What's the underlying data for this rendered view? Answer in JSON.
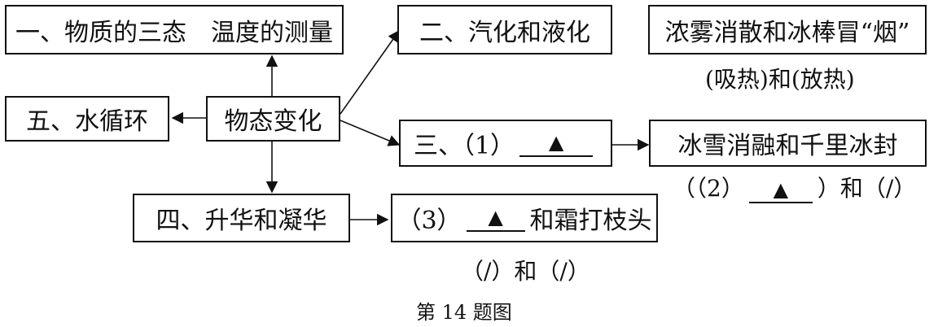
{
  "boxes": {
    "b1": "一、物质的三态　温度的测量",
    "b2": "二、汽化和液化",
    "b_fog": "浓雾消散和冰棒冒“烟”",
    "b5": "五、水循环",
    "center": "物态变化",
    "b3_prefix": "三、（1）",
    "b3_blank": "▲",
    "b_snow": "冰雪消融和千里冰封",
    "b4": "四、升华和凝华",
    "b_frost_prefix": "（3）",
    "b_frost_blank": "▲",
    "b_frost_suffix": "和霜打枝头"
  },
  "notes": {
    "fog": "(吸热)和(放热)",
    "snow_prefix": "（（2）",
    "snow_blank": "▲",
    "snow_suffix": "）和（/）",
    "frost": "（/）和（/）"
  },
  "caption": "第 14 题图"
}
